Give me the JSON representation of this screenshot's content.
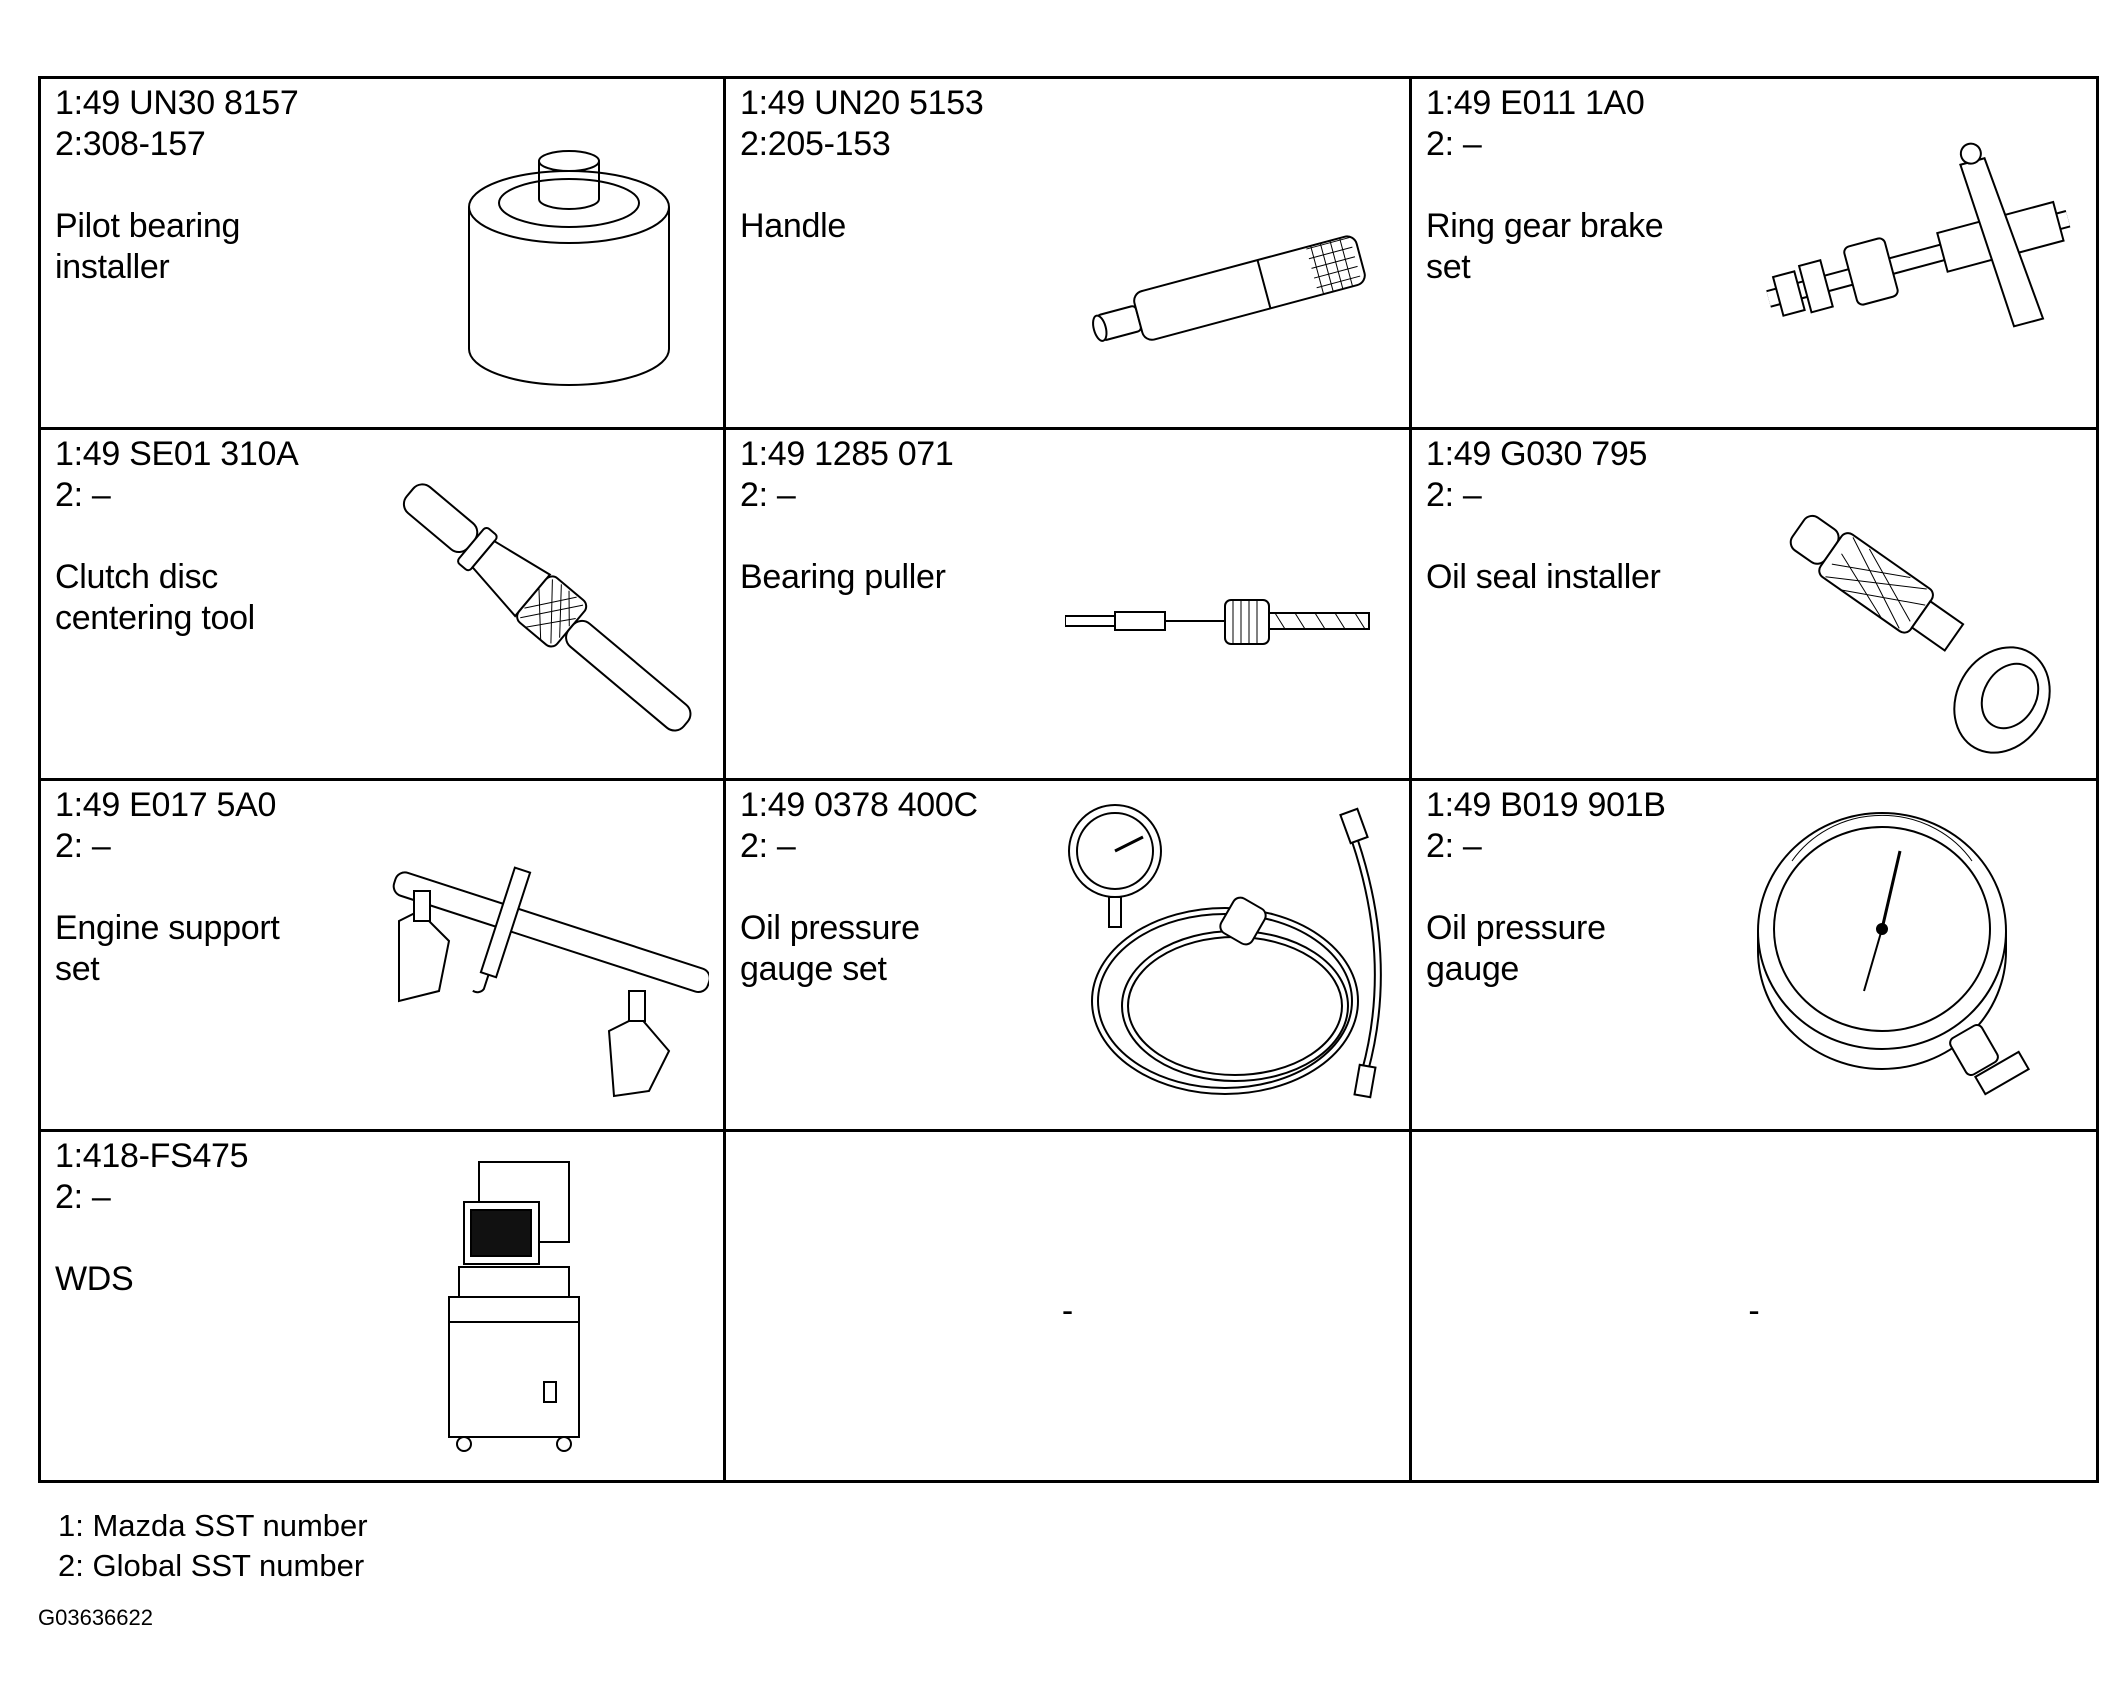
{
  "tools": [
    {
      "mazda": "1:49 UN30 8157",
      "global": "2:308-157",
      "name_lines": [
        "Pilot bearing",
        "installer"
      ],
      "icon": "pilot-bearing-installer-icon"
    },
    {
      "mazda": "1:49 UN20 5153",
      "global": "2:205-153",
      "name_lines": [
        "Handle"
      ],
      "icon": "handle-icon"
    },
    {
      "mazda": "1:49 E011 1A0",
      "global": "2: –",
      "name_lines": [
        "Ring gear brake",
        "set"
      ],
      "icon": "ring-gear-brake-set-icon"
    },
    {
      "mazda": "1:49 SE01 310A",
      "global": "2: –",
      "name_lines": [
        "Clutch disc",
        "centering tool"
      ],
      "icon": "clutch-disc-centering-tool-icon"
    },
    {
      "mazda": "1:49 1285 071",
      "global": "2: –",
      "name_lines": [
        "Bearing puller"
      ],
      "icon": "bearing-puller-icon"
    },
    {
      "mazda": "1:49 G030 795",
      "global": "2: –",
      "name_lines": [
        "Oil seal installer"
      ],
      "icon": "oil-seal-installer-icon"
    },
    {
      "mazda": "1:49 E017 5A0",
      "global": "2: –",
      "name_lines": [
        "Engine support",
        "set"
      ],
      "icon": "engine-support-set-icon"
    },
    {
      "mazda": "1:49 0378 400C",
      "global": "2: –",
      "name_lines": [
        "Oil pressure",
        "gauge set"
      ],
      "icon": "oil-pressure-gauge-set-icon"
    },
    {
      "mazda": "1:49 B019 901B",
      "global": "2: –",
      "name_lines": [
        "Oil pressure",
        "gauge"
      ],
      "icon": "oil-pressure-gauge-icon"
    },
    {
      "mazda": "1:418-FS475",
      "global": "2: –",
      "name_lines": [
        "WDS"
      ],
      "icon": "wds-icon"
    }
  ],
  "empty_cells": [
    "-",
    "-"
  ],
  "legend": [
    "1:  Mazda SST number",
    "2:  Global SST number"
  ],
  "figure_id": "G03636622"
}
